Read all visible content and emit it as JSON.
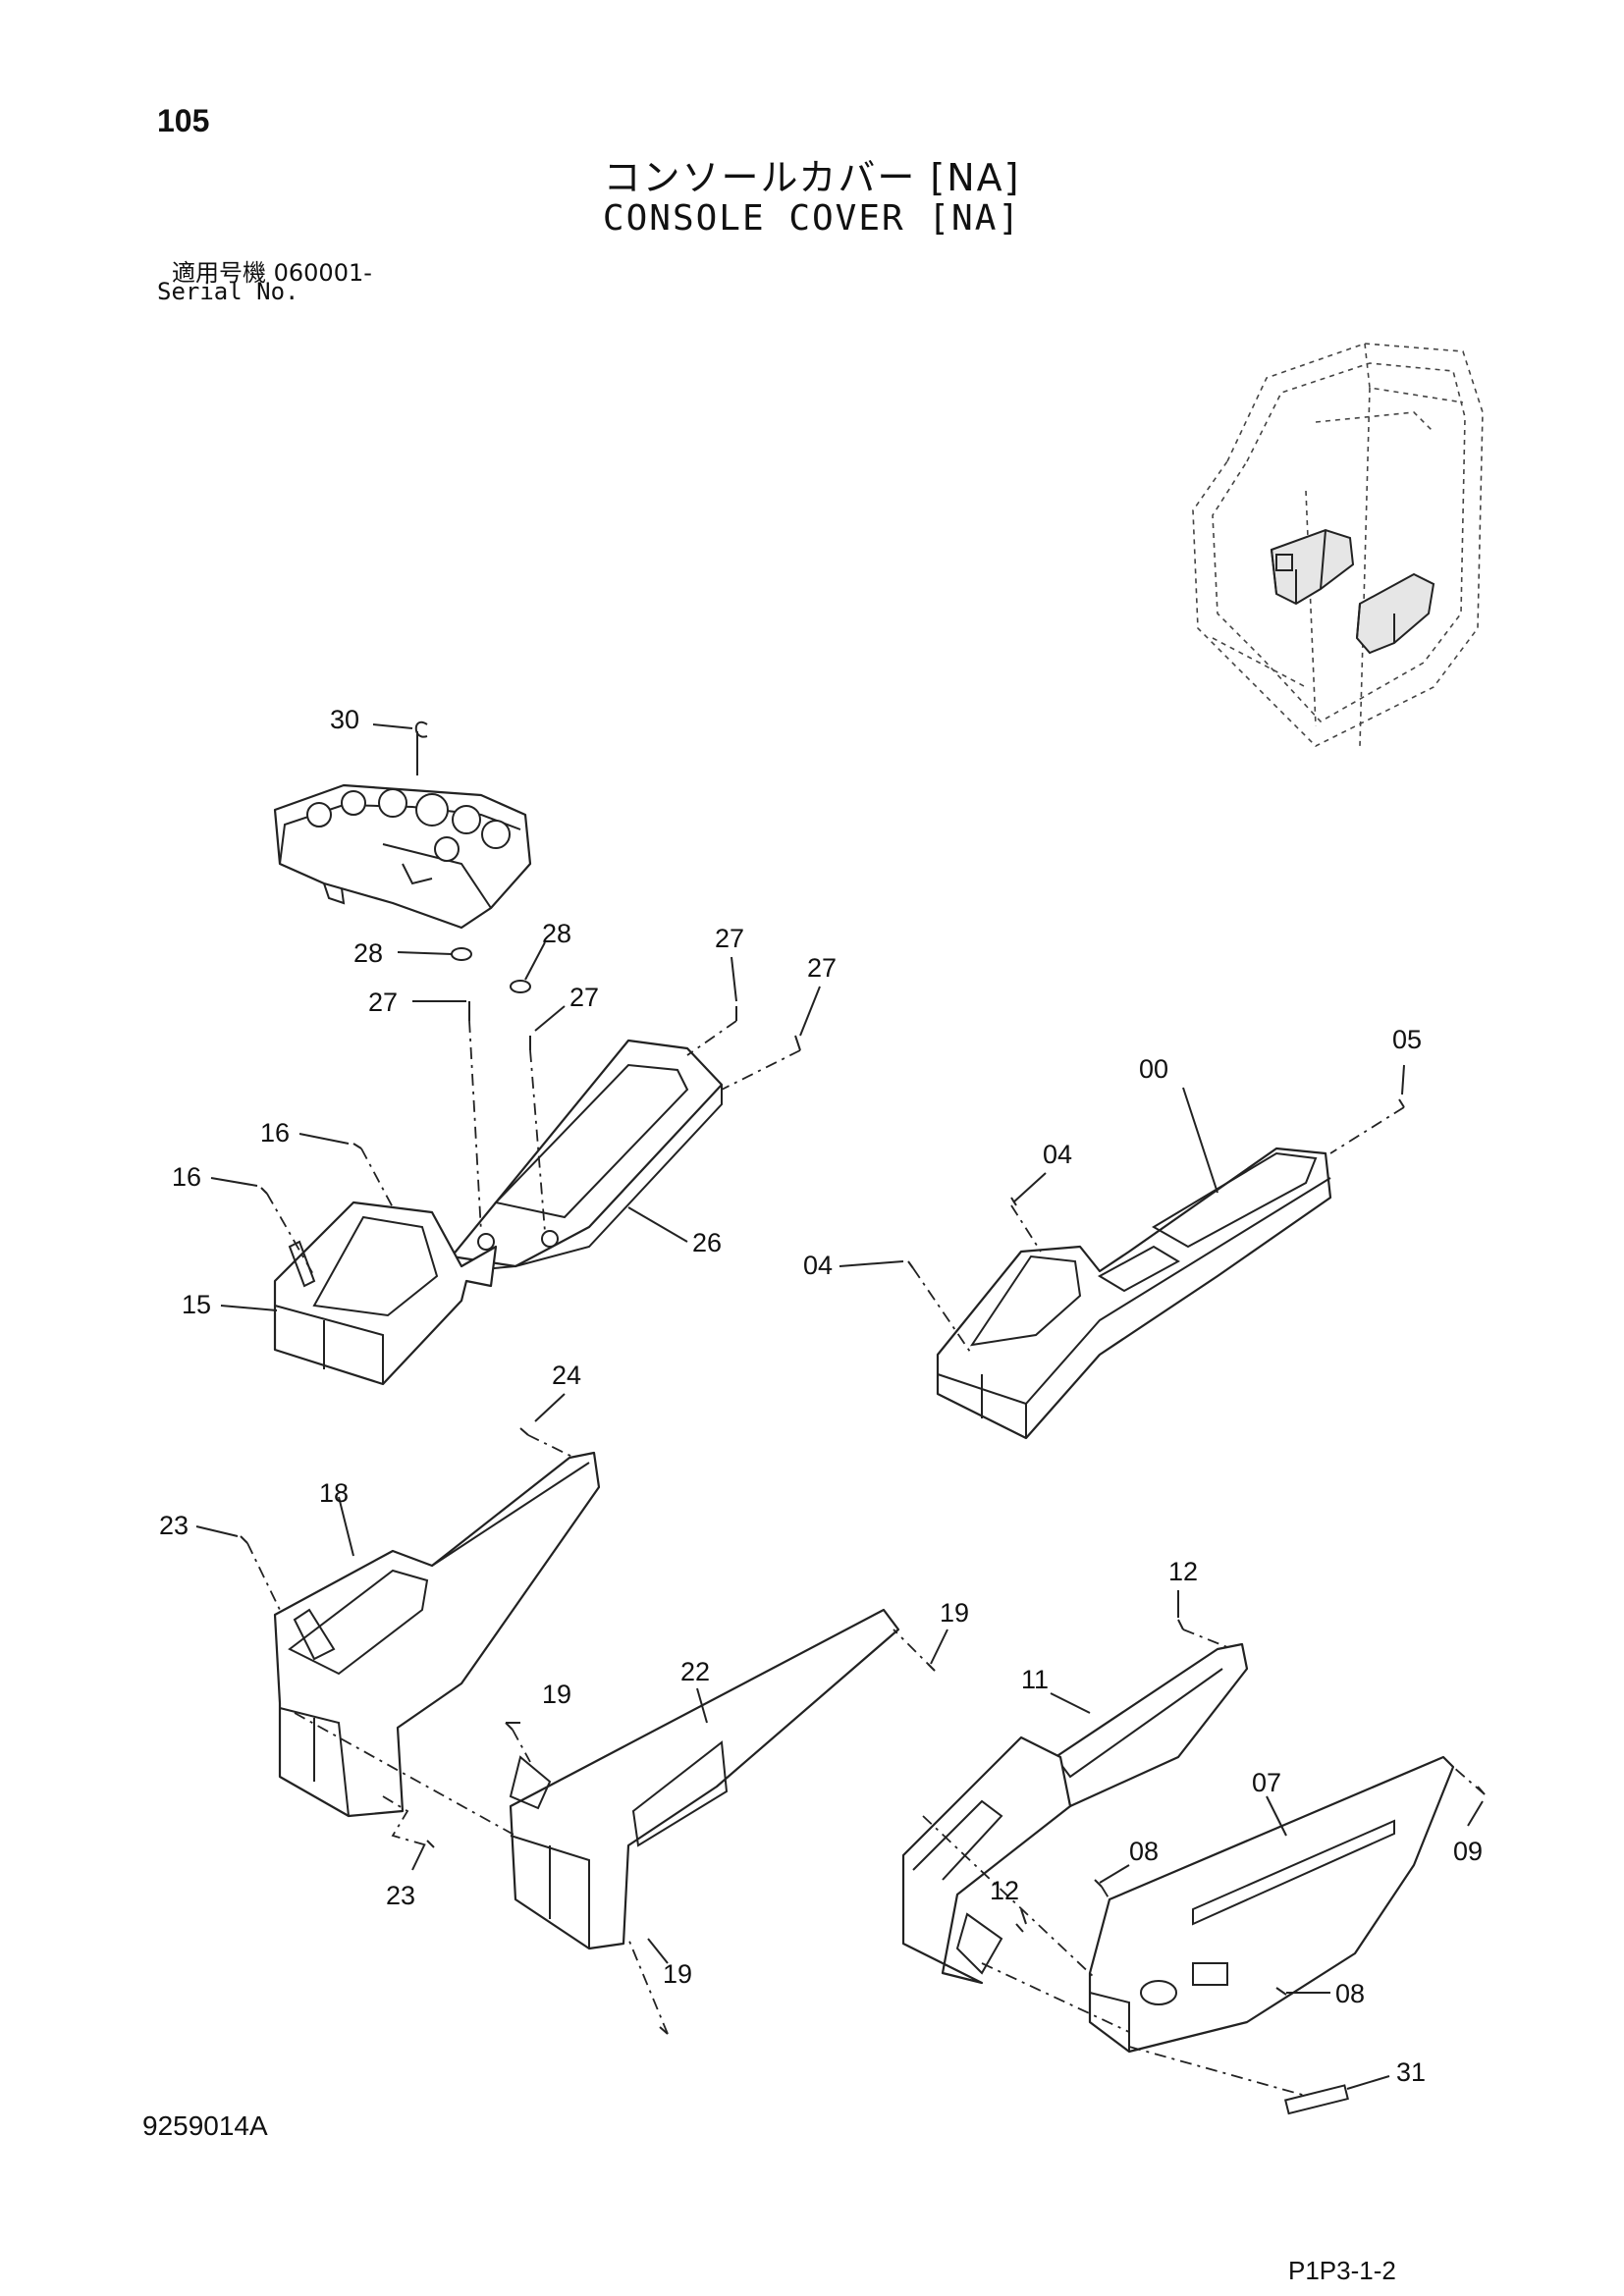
{
  "header": {
    "page_number": "105",
    "title_jp": "コンソールカバー [NA]",
    "title_en": "CONSOLE COVER [NA]",
    "serial_jp": "適用号機  060001-",
    "serial_en": "Serial No."
  },
  "callouts": {
    "c30": "30",
    "c28a": "28",
    "c28b": "28",
    "c27a": "27",
    "c27b": "27",
    "c27c": "27",
    "c27d": "27",
    "c16a": "16",
    "c16b": "16",
    "c15": "15",
    "c26": "26",
    "c00": "00",
    "c05": "05",
    "c04a": "04",
    "c04b": "04",
    "c24": "24",
    "c18": "18",
    "c23a": "23",
    "c23b": "23",
    "c19a": "19",
    "c19b": "19",
    "c19c": "19",
    "c22": "22",
    "c12a": "12",
    "c12b": "12",
    "c11": "11",
    "c07": "07",
    "c09": "09",
    "c08a": "08",
    "c08b": "08",
    "c31": "31"
  },
  "footer": {
    "doc_code": "9259014A",
    "page_code": "P1P3-1-2"
  }
}
